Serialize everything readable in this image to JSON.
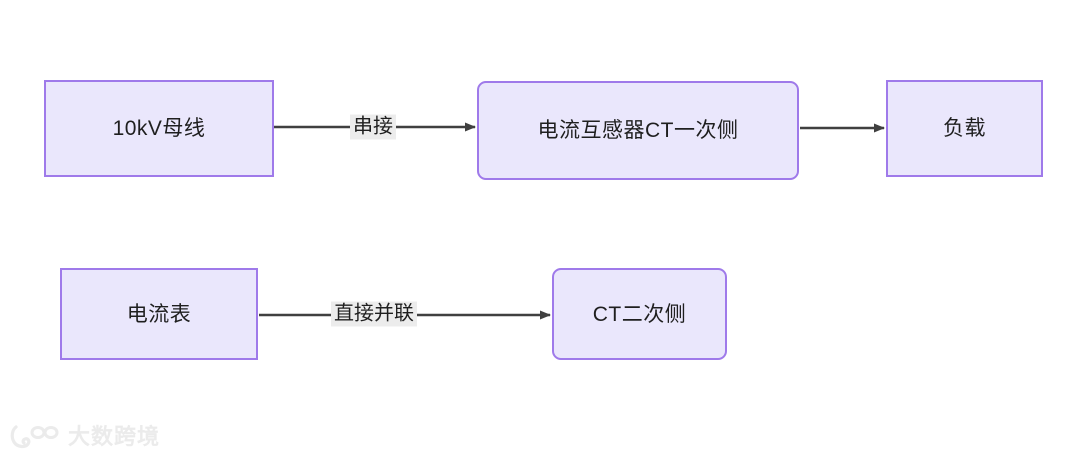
{
  "diagram": {
    "type": "flowchart",
    "direction": "left-to-right",
    "nodes": [
      {
        "id": "bus",
        "label": "10kV母线",
        "shape": "rectangle",
        "row": 1
      },
      {
        "id": "ct_pri",
        "label": "电流互感器CT一次侧",
        "shape": "rounded-rectangle",
        "row": 1
      },
      {
        "id": "load",
        "label": "负载",
        "shape": "rectangle",
        "row": 1
      },
      {
        "id": "ammeter",
        "label": "电流表",
        "shape": "rectangle",
        "row": 2
      },
      {
        "id": "ct_sec",
        "label": "CT二次侧",
        "shape": "rounded-rectangle",
        "row": 2
      }
    ],
    "edges": [
      {
        "id": "bus-to-ct-pri",
        "from": "bus",
        "to": "ct_pri",
        "label": "串接",
        "arrow": "end"
      },
      {
        "id": "ct-pri-to-load",
        "from": "ct_pri",
        "to": "load",
        "label": "",
        "arrow": "end"
      },
      {
        "id": "ammeter-to-ct-sec",
        "from": "ammeter",
        "to": "ct_sec",
        "label": "直接并联",
        "arrow": "end"
      }
    ],
    "colors": {
      "node_fill": "#eae7fc",
      "node_border": "#9f7aea",
      "node_text": "#1f1f1f",
      "edge_line": "#404040",
      "edge_label_bg": "#ececec",
      "canvas_bg": "#ffffff",
      "watermark": "#ebebeb"
    }
  },
  "watermark": {
    "text": "大数跨境",
    "logo": "dashukuajing-logo-icon"
  }
}
